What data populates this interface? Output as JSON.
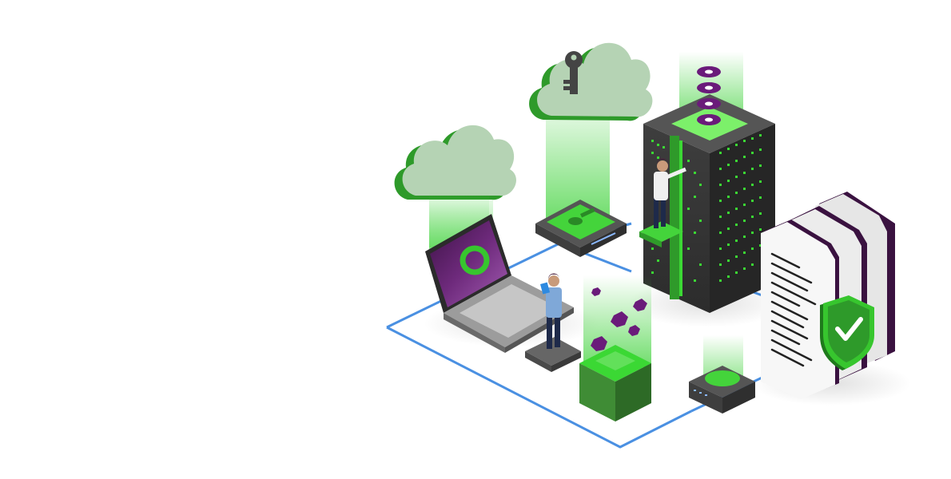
{
  "illustration": {
    "elements": [
      {
        "id": "cloud-with-key",
        "icon": "cloud-key-icon"
      },
      {
        "id": "cloud-plain",
        "icon": "cloud-icon"
      },
      {
        "id": "server-tower",
        "icon": "server-icon"
      },
      {
        "id": "laptop",
        "icon": "laptop-icon"
      },
      {
        "id": "key-pad",
        "icon": "key-icon"
      },
      {
        "id": "cube-block",
        "icon": "cube-icon"
      },
      {
        "id": "router-box",
        "icon": "router-icon"
      },
      {
        "id": "documents",
        "icon": "document-icon"
      },
      {
        "id": "shield",
        "icon": "shield-check-icon"
      },
      {
        "id": "person-tablet",
        "icon": "person-icon"
      },
      {
        "id": "person-server",
        "icon": "person-icon"
      }
    ],
    "colors": {
      "brand_green": "#37c62e",
      "dark_green": "#1f7a1c",
      "cloud_green": "#b5d3b4",
      "purple": "#6a1b7a",
      "dark_purple": "#3a1240",
      "network_line": "#4a90e2",
      "server_dark": "#3a3a3a"
    }
  }
}
